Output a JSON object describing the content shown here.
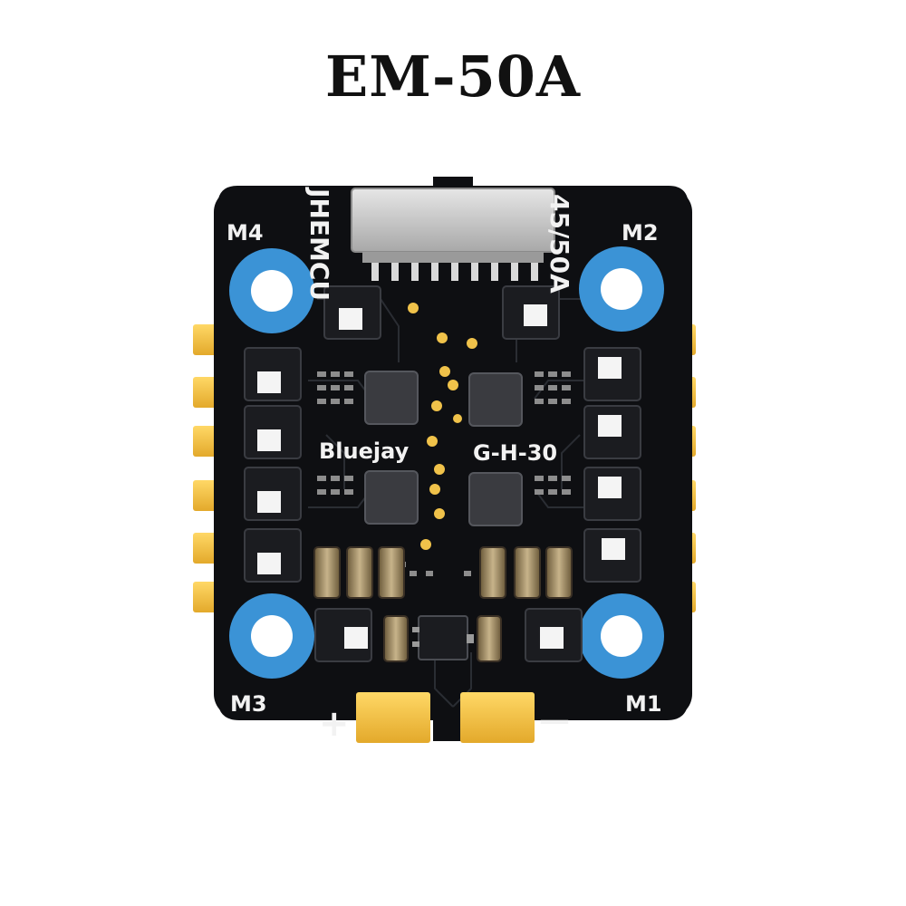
{
  "title": "EM-50A",
  "board": {
    "brand_text": "JHEMCU",
    "rating_text": "45/50A",
    "firmware_text": "Bluejay",
    "version_text": "G-H-30",
    "motor_labels": {
      "m1": "M1",
      "m2": "M2",
      "m3": "M3",
      "m4": "M4"
    },
    "power_labels": {
      "positive": "+",
      "negative": "—"
    }
  },
  "colors": {
    "pcb": "#0e0f12",
    "mount_ring": "#3b93d6",
    "gold_pad": "#f2bf45",
    "connector": "#c9c9c9",
    "silkscreen": "#f2f2f2"
  }
}
